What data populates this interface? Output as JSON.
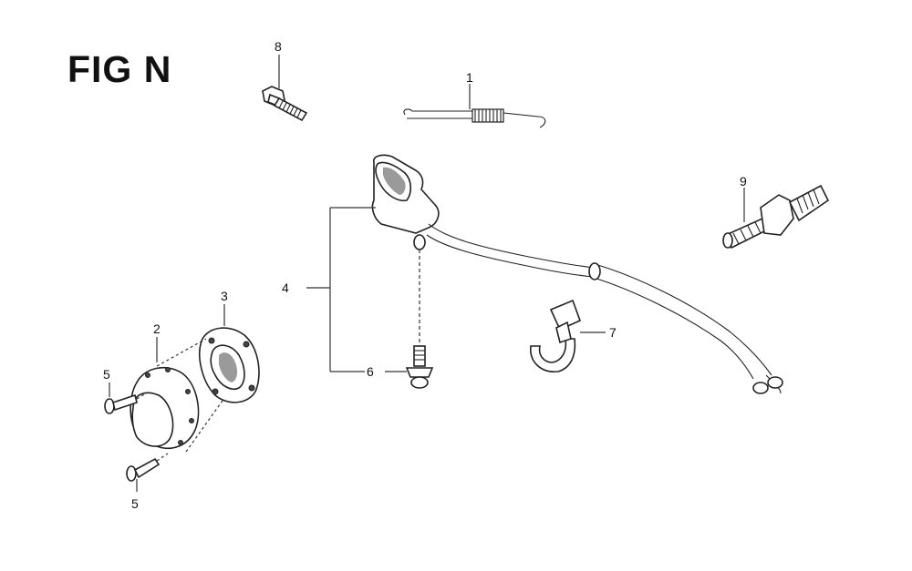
{
  "figure": {
    "title": "FIG N",
    "callouts": [
      {
        "id": "c1",
        "label": "1"
      },
      {
        "id": "c2",
        "label": "2"
      },
      {
        "id": "c3",
        "label": "3"
      },
      {
        "id": "c4",
        "label": "4"
      },
      {
        "id": "c5a",
        "label": "5"
      },
      {
        "id": "c5b",
        "label": "5"
      },
      {
        "id": "c6",
        "label": "6"
      },
      {
        "id": "c7",
        "label": "7"
      },
      {
        "id": "c8",
        "label": "8"
      },
      {
        "id": "c9",
        "label": "9"
      }
    ]
  },
  "colors": {
    "line": "#222222",
    "background": "#ffffff",
    "shade": "#9a9a9a"
  },
  "icons": [
    "spring-icon",
    "flange-bolt-icon",
    "switch-knob-icon",
    "cable-icon",
    "cable-clamp-icon",
    "sensor-plug-icon",
    "cover-cap-icon",
    "gasket-icon",
    "screw-icon"
  ]
}
